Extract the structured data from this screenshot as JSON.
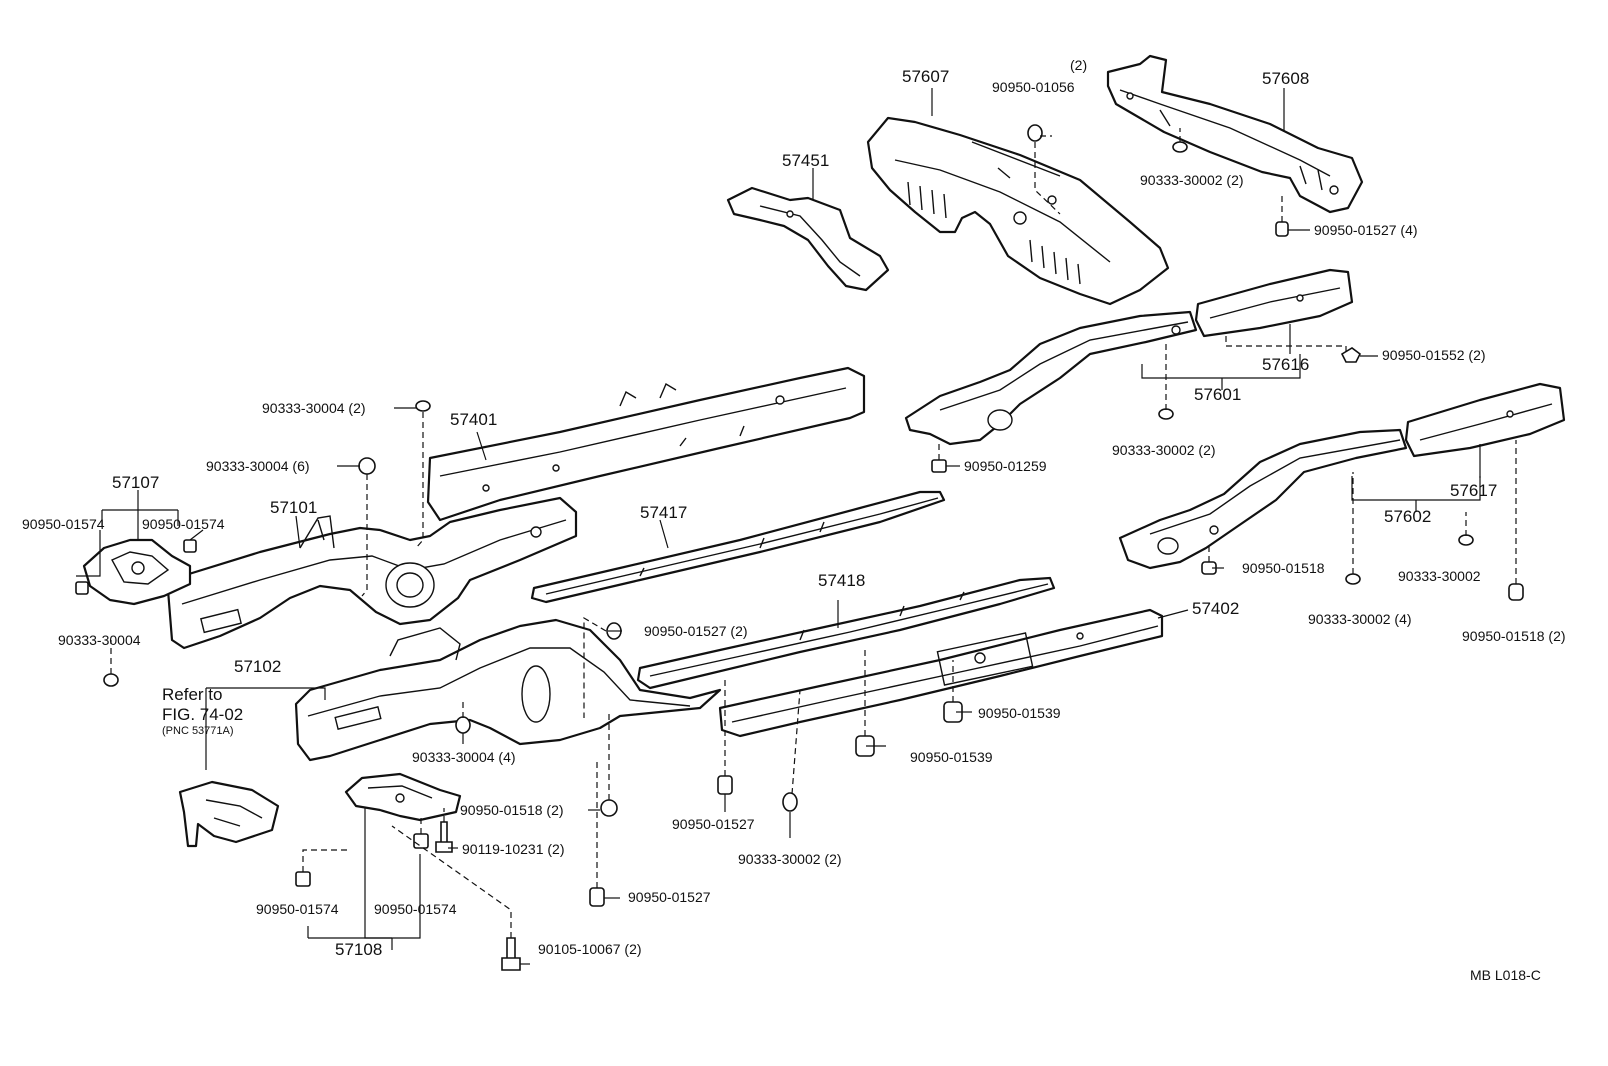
{
  "labels": {
    "l57607": "57607",
    "l57608": "57608",
    "l57451": "57451",
    "l57401": "57401",
    "l57107": "57107",
    "l57101": "57101",
    "l57102": "57102",
    "l57417": "57417",
    "l57418": "57418",
    "l57402": "57402",
    "l57601": "57601",
    "l57616": "57616",
    "l57602": "57602",
    "l57617": "57617",
    "l57108": "57108",
    "n2_top": "(2)",
    "p90950_01056": "90950-01056",
    "p90333_30002_2_a": "90333-30002 (2)",
    "p90950_01527_4": "90950-01527 (4)",
    "p90950_01552_2": "90950-01552 (2)",
    "p90333_30002_2_b": "90333-30002 (2)",
    "p90950_01259": "90950-01259",
    "p90333_30004_2": "90333-30004 (2)",
    "p90333_30004_6": "90333-30004 (6)",
    "p90950_01574_a": "90950-01574",
    "p90950_01574_b": "90950-01574",
    "p90333_30004": "90333-30004",
    "p90950_01527_2": "90950-01527 (2)",
    "p90950_01518_a": "90950-01518",
    "p90333_30002": "90333-30002",
    "p90333_30002_4": "90333-30002 (4)",
    "p90950_01518_2b": "90950-01518 (2)",
    "p90950_01539_a": "90950-01539",
    "p90950_01539_b": "90950-01539",
    "p90333_30004_4": "90333-30004 (4)",
    "p90950_01518_2": "90950-01518 (2)",
    "p90119_10231_2": "90119-10231 (2)",
    "p90950_01527_a": "90950-01527",
    "p90950_01527_b": "90950-01527",
    "p90333_30002_2_c": "90333-30002 (2)",
    "p90950_01574_c": "90950-01574",
    "p90950_01574_d": "90950-01574",
    "p90105_10067_2": "90105-10067 (2)",
    "refer1": "Refer to",
    "refer2": "FIG. 74-02",
    "refer3": "(PNC 53771A)",
    "code": "MB  L018-C"
  }
}
